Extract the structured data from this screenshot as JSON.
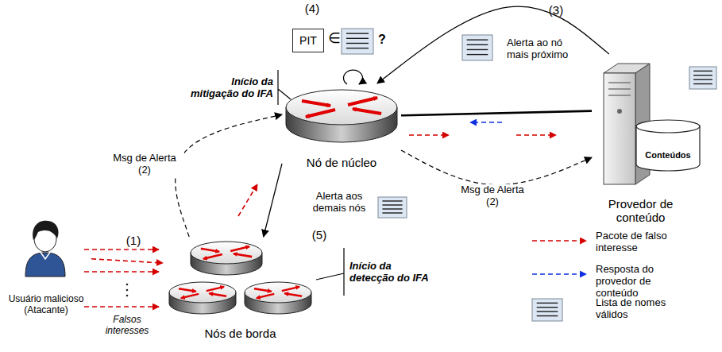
{
  "diagram": {
    "nodes": [
      {
        "text": [
          "Usuário malicioso (Atacante)"
        ]
      },
      {
        "text": [
          "Nós de borda"
        ]
      },
      {
        "text": [
          "Nó de núcleo"
        ]
      },
      {
        "text": [
          "Provedor de conteúdo"
        ]
      },
      {
        "text": [
          "Conteúdos"
        ],
        "in": 3
      },
      {
        "text": [
          "PIT"
        ]
      }
    ],
    "edges": [
      {
        "from": 0,
        "to": 1,
        "arrow": "to"
      },
      {
        "from": 1,
        "to": 2,
        "arrow": "to",
        "label": "Msg de Alerta (2)"
      },
      {
        "from": 2,
        "to": 3,
        "arrow": "none"
      },
      {
        "from": 2,
        "to": 3,
        "arrow": "to",
        "label": "Msg de Alerta (2)"
      },
      {
        "from": 3,
        "to": 2,
        "arrow": "to",
        "label": "Alerta ao nó mais próximo"
      },
      {
        "from": 2,
        "to": 1,
        "arrow": "to",
        "label": "Alerta aos demais nós"
      }
    ],
    "labels": [
      "(4)",
      "∈",
      "?",
      "(3)",
      "Início da mitigação do IFA",
      "(1)",
      "Falsos interesses",
      "(5)",
      "Início da detecção do IFA"
    ],
    "legend": [
      {
        "text": "Pacote de falso interesse"
      },
      {
        "text": "Resposta do provedor de conteúdo"
      },
      {
        "text": "Lista de nomes válidos"
      }
    ]
  }
}
